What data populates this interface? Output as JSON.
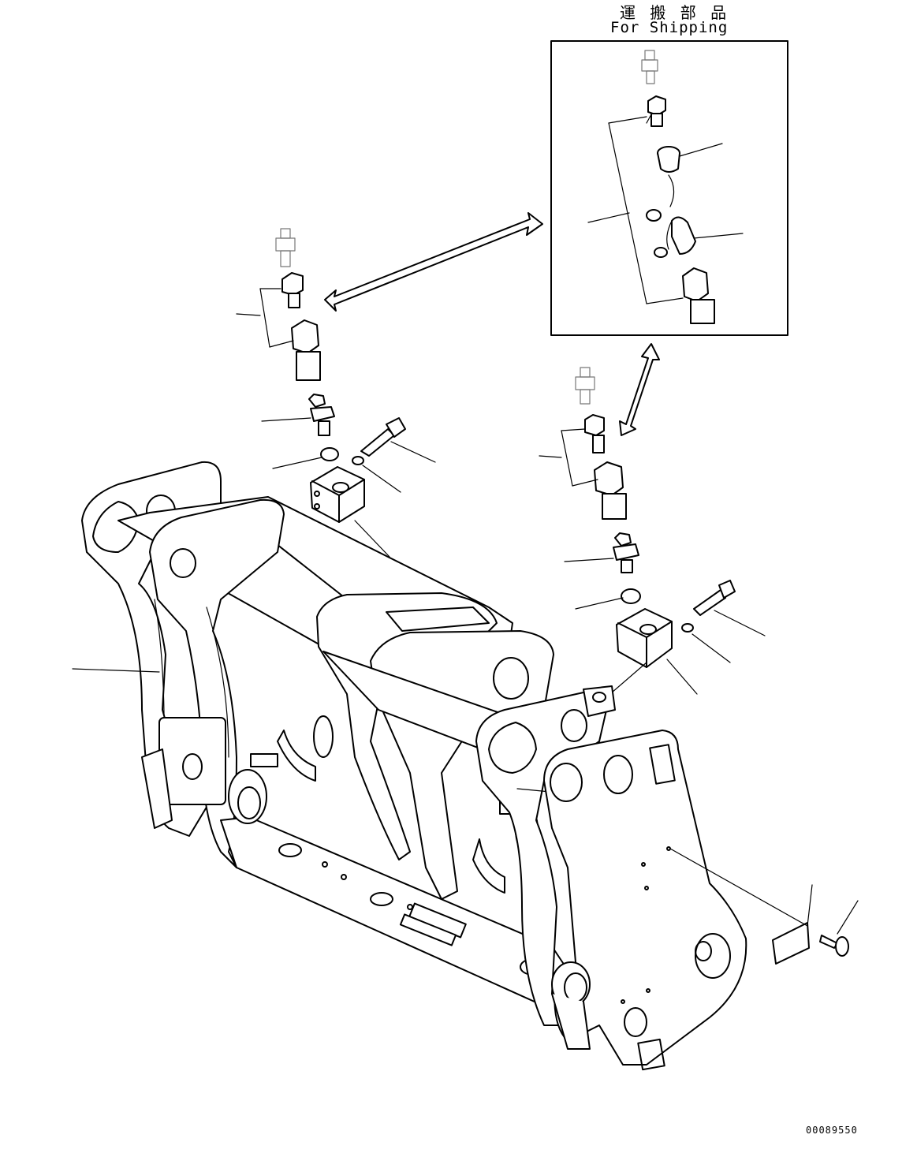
{
  "inset": {
    "title_jp": "運 搬 部 品",
    "title_en": "For Shipping"
  },
  "drawing_number": "00089550"
}
